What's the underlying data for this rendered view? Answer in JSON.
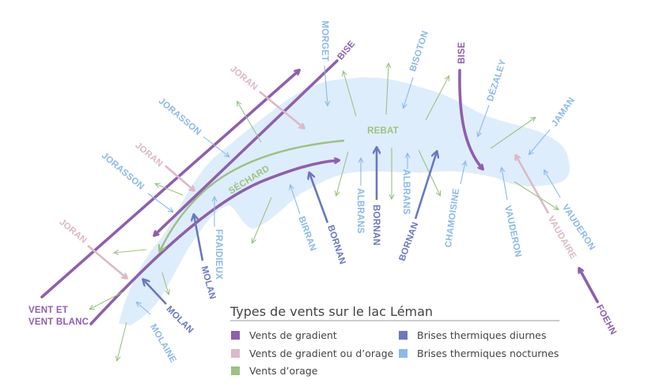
{
  "colors": {
    "gradient": "#8e5fae",
    "gradient_or_storm": "#dcb9c8",
    "storm": "#9dc183",
    "day_breeze": "#6a78be",
    "night_breeze": "#8cb9e8",
    "lake": "#deedfb"
  },
  "labels": {
    "morget": "MORGET",
    "bise_west": "BISE",
    "joran_1": "JORAN",
    "jorasson_1": "JORASSON",
    "joran_2": "JORAN",
    "jorasson_2": "JORASSON",
    "joran_3": "JORAN",
    "vent_et": "VENT ET",
    "vent_blanc": "VENT BLANC",
    "sechard": "SÉCHARD",
    "rebat": "REBAT",
    "bisoton": "BISOTON",
    "bise_east": "BISE",
    "dezaley": "DÉZALEY",
    "jaman": "JAMAN",
    "fraidieux": "FRAIDIEUX",
    "molan_1": "MOLAN",
    "molan_2": "MOLAN",
    "molaine": "MOLAINE",
    "birran": "BIRRAN",
    "bornan_1": "BORNAN",
    "albrans_1": "ALBRANS",
    "bornan_2": "BORNAN",
    "albrans_2": "ALBRANS",
    "bornan_3": "BORNAN",
    "chamoisine": "CHAMOISINE",
    "vauderon_1": "VAUDERON",
    "vaudaire": "VAUDAIRE",
    "vauderon_2": "VAUDERON",
    "foehn": "FOEHN"
  },
  "legend": {
    "title": "Types de vents sur le lac Léman",
    "items": [
      {
        "label": "Vents de gradient"
      },
      {
        "label": "Vents de gradient ou d’orage"
      },
      {
        "label": "Vents d’orage"
      },
      {
        "label": "Brises thermiques diurnes"
      },
      {
        "label": "Brises thermiques nocturnes"
      }
    ]
  }
}
